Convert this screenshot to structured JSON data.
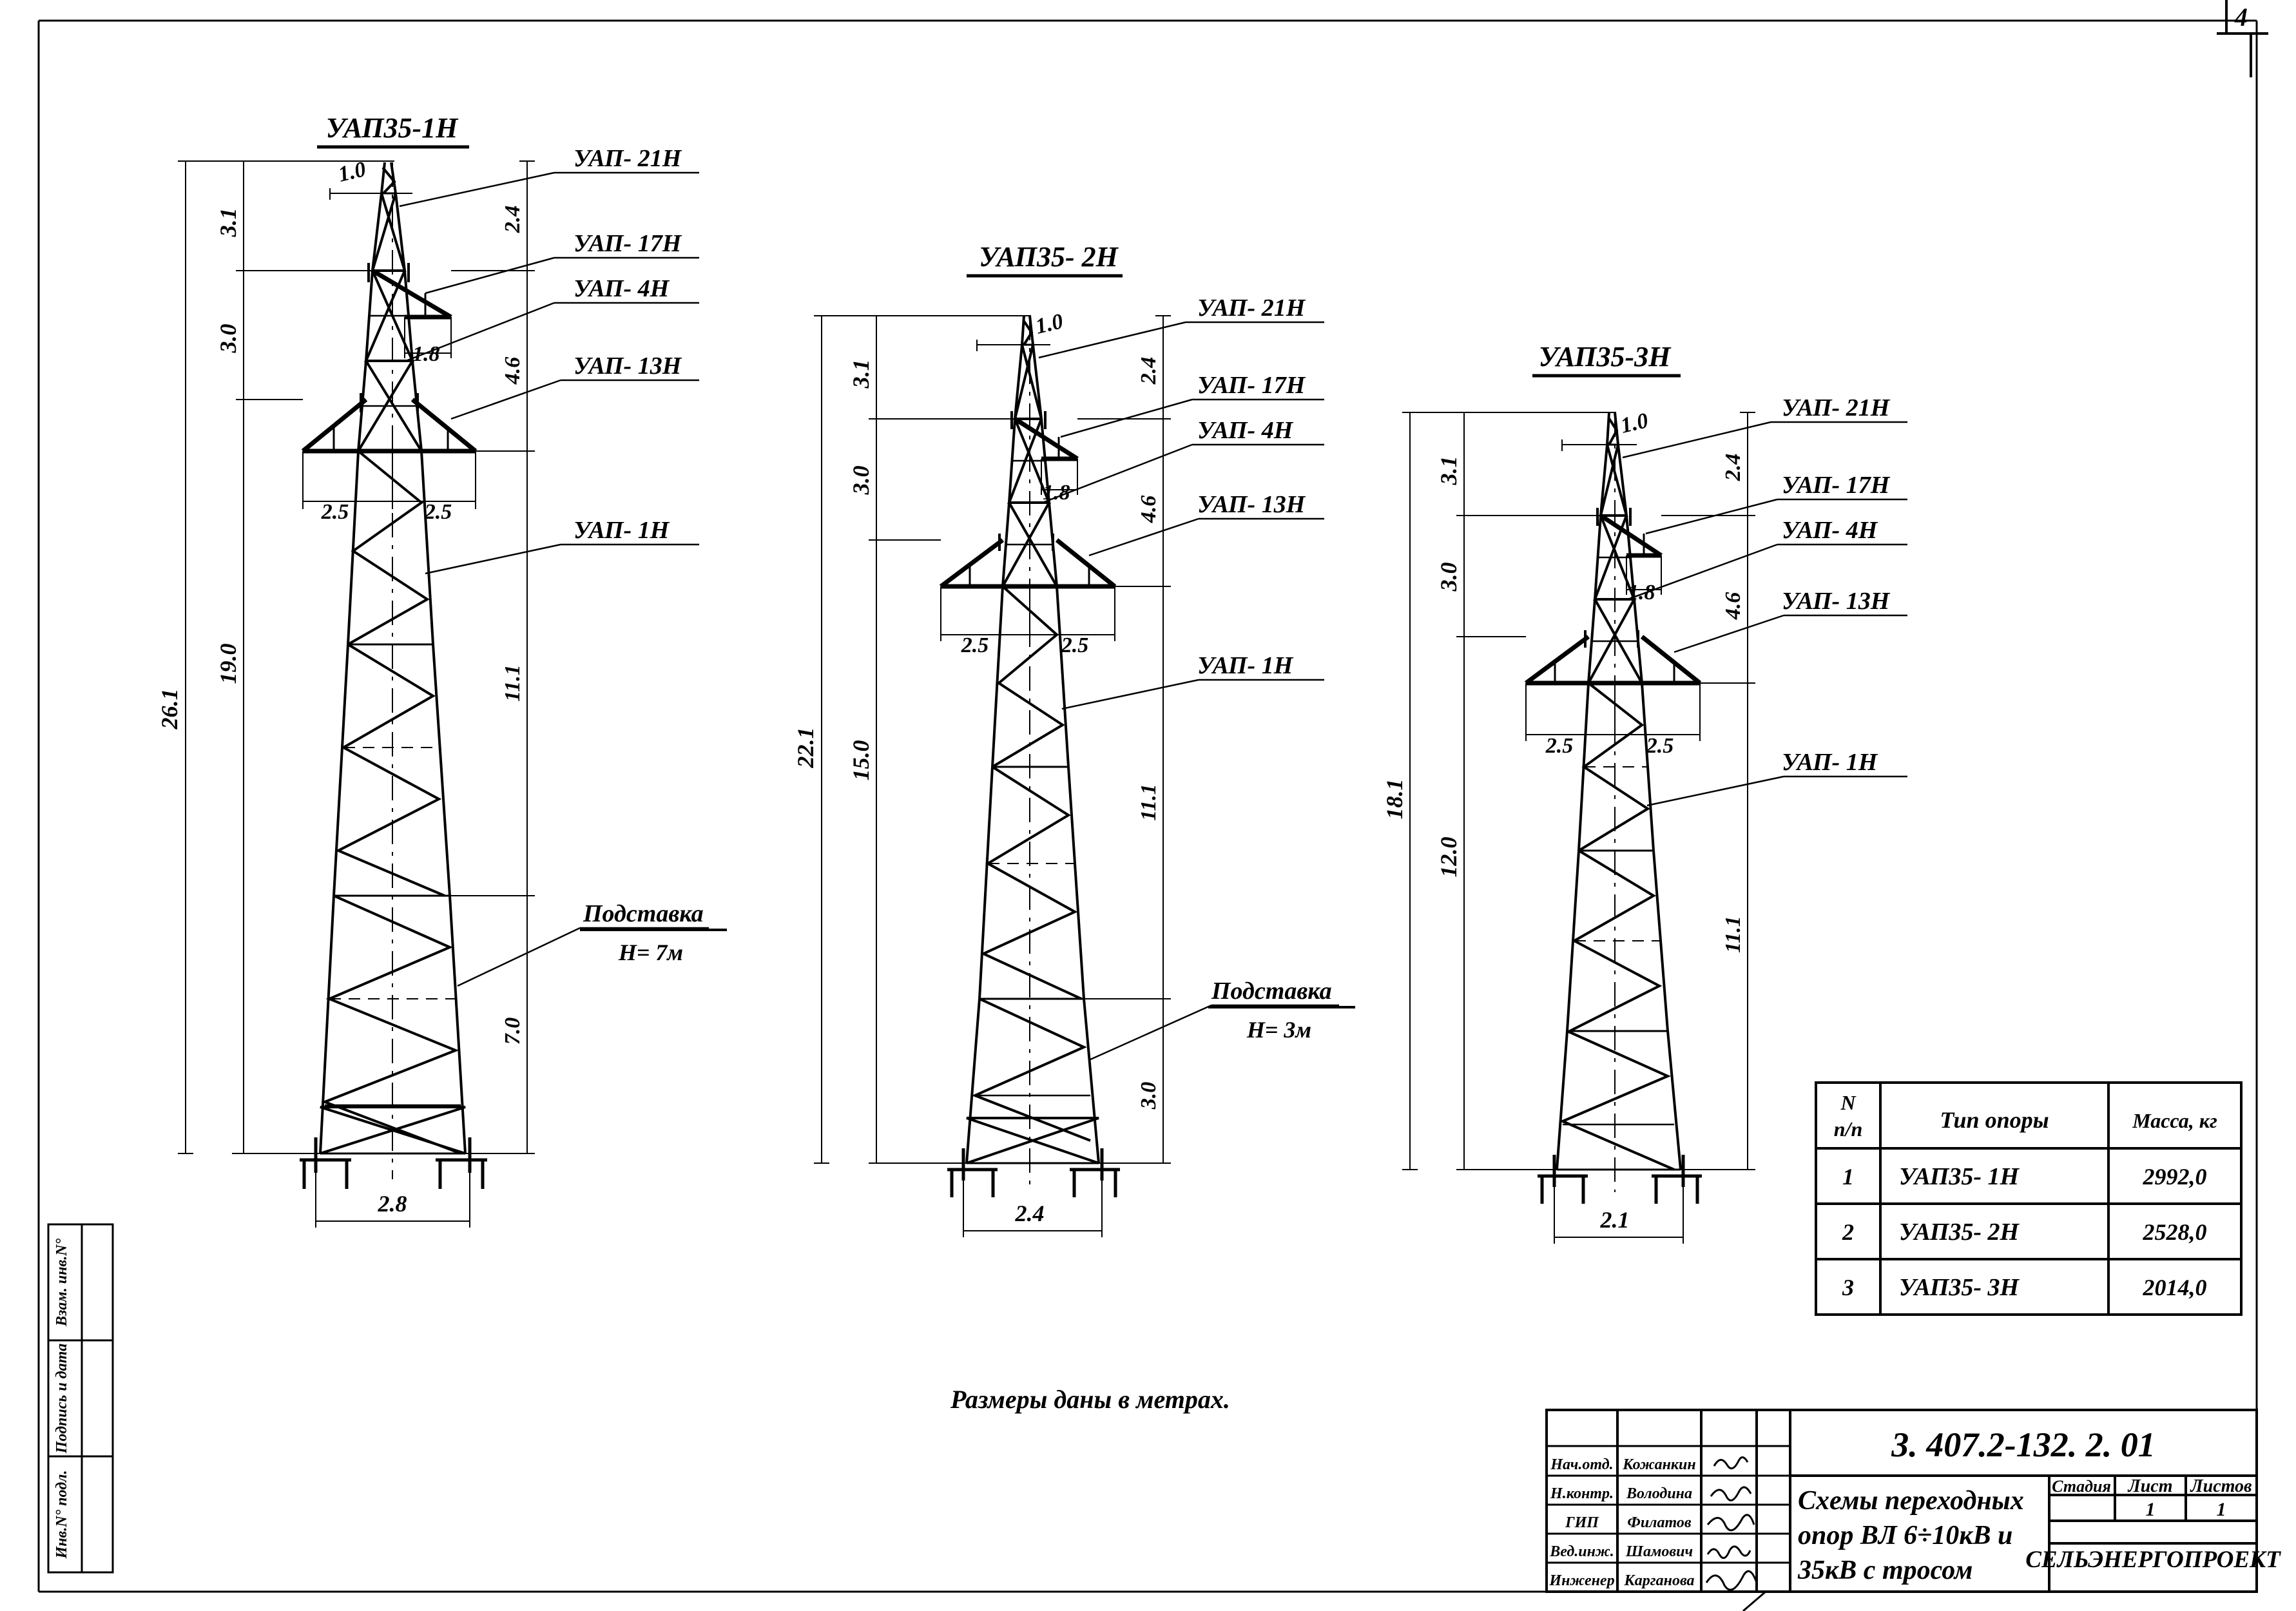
{
  "sheet": {
    "corner_number": "4",
    "note": "Размеры  даны  в  метрах.",
    "margin_labels": [
      "Инв.N° подл.",
      "Подпись и дата",
      "Взам. инв.N°"
    ]
  },
  "towers": [
    {
      "title": "УАП35-1Н",
      "callouts": [
        "УАП- 21Н",
        "УАП- 17Н",
        "УАП- 4Н",
        "УАП- 13Н",
        "УАП- 1Н"
      ],
      "base_note_line1": "Подставка",
      "base_note_line2": "Н= 7м",
      "dims": {
        "total": "26.1",
        "body": "19.0",
        "top_left_1": "3.1",
        "top_left_2": "3.0",
        "top_small": "1.0",
        "right_1": "2.4",
        "right_2": "4.6",
        "arm_upper": "1.8",
        "arm_left": "2.5",
        "arm_right": "2.5",
        "right_body": "11.1",
        "right_base": "7.0",
        "base_width": "2.8"
      }
    },
    {
      "title": "УАП35- 2Н",
      "callouts": [
        "УАП- 21Н",
        "УАП- 17Н",
        "УАП- 4Н",
        "УАП- 13Н",
        "УАП- 1Н"
      ],
      "base_note_line1": "Подставка",
      "base_note_line2": "Н= 3м",
      "dims": {
        "total": "22.1",
        "body": "15.0",
        "top_left_1": "3.1",
        "top_left_2": "3.0",
        "top_small": "1.0",
        "right_1": "2.4",
        "right_2": "4.6",
        "arm_upper": "1.8",
        "arm_left": "2.5",
        "arm_right": "2.5",
        "right_body": "11.1",
        "right_base": "3.0",
        "base_width": "2.4"
      }
    },
    {
      "title": "УАП35-3Н",
      "callouts": [
        "УАП- 21Н",
        "УАП- 17Н",
        "УАП- 4Н",
        "УАП- 13Н",
        "УАП- 1Н"
      ],
      "base_note_line1": "",
      "base_note_line2": "",
      "dims": {
        "total": "18.1",
        "body": "12.0",
        "top_left_1": "3.1",
        "top_left_2": "3.0",
        "top_small": "1.0",
        "right_1": "2.4",
        "right_2": "4.6",
        "arm_upper": "1.8",
        "arm_left": "2.5",
        "arm_right": "2.5",
        "right_body": "11.1",
        "right_base": "",
        "base_width": "2.1"
      }
    }
  ],
  "mass_table": {
    "headers": [
      "N\np/p",
      "Тип  опоры",
      "Масса, кг"
    ],
    "header_num_line1": "N",
    "header_num_line2": "п/п",
    "header_type": "Тип  опоры",
    "header_mass": "Масса, кг",
    "rows": [
      {
        "no": "1",
        "type": "УАП35- 1Н",
        "mass": "2992,0"
      },
      {
        "no": "2",
        "type": "УАП35- 2Н",
        "mass": "2528,0"
      },
      {
        "no": "3",
        "type": "УАП35- 3Н",
        "mass": "2014,0"
      }
    ]
  },
  "title_block": {
    "code": "3. 407.2-132.   2. 01",
    "drawing_title_l1": "Схемы  переходных",
    "drawing_title_l2": "опор  ВЛ 6÷10кВ и",
    "drawing_title_l3": "35кВ  с тросом",
    "organization": "СЕЛЬЭНЕРГОПРОЕКТ",
    "stage_headers": [
      "Стадия",
      "Лист",
      "Листов"
    ],
    "stage_values": [
      "",
      "1",
      "1"
    ],
    "people": [
      {
        "role": "Нач.отд.",
        "name": "Кожанкин"
      },
      {
        "role": "Н.контр.",
        "name": "Володина"
      },
      {
        "role": "ГИП",
        "name": "Филатов"
      },
      {
        "role": "Вед.инж.",
        "name": "Шамович"
      },
      {
        "role": "Инженер",
        "name": "Карганова"
      }
    ]
  }
}
